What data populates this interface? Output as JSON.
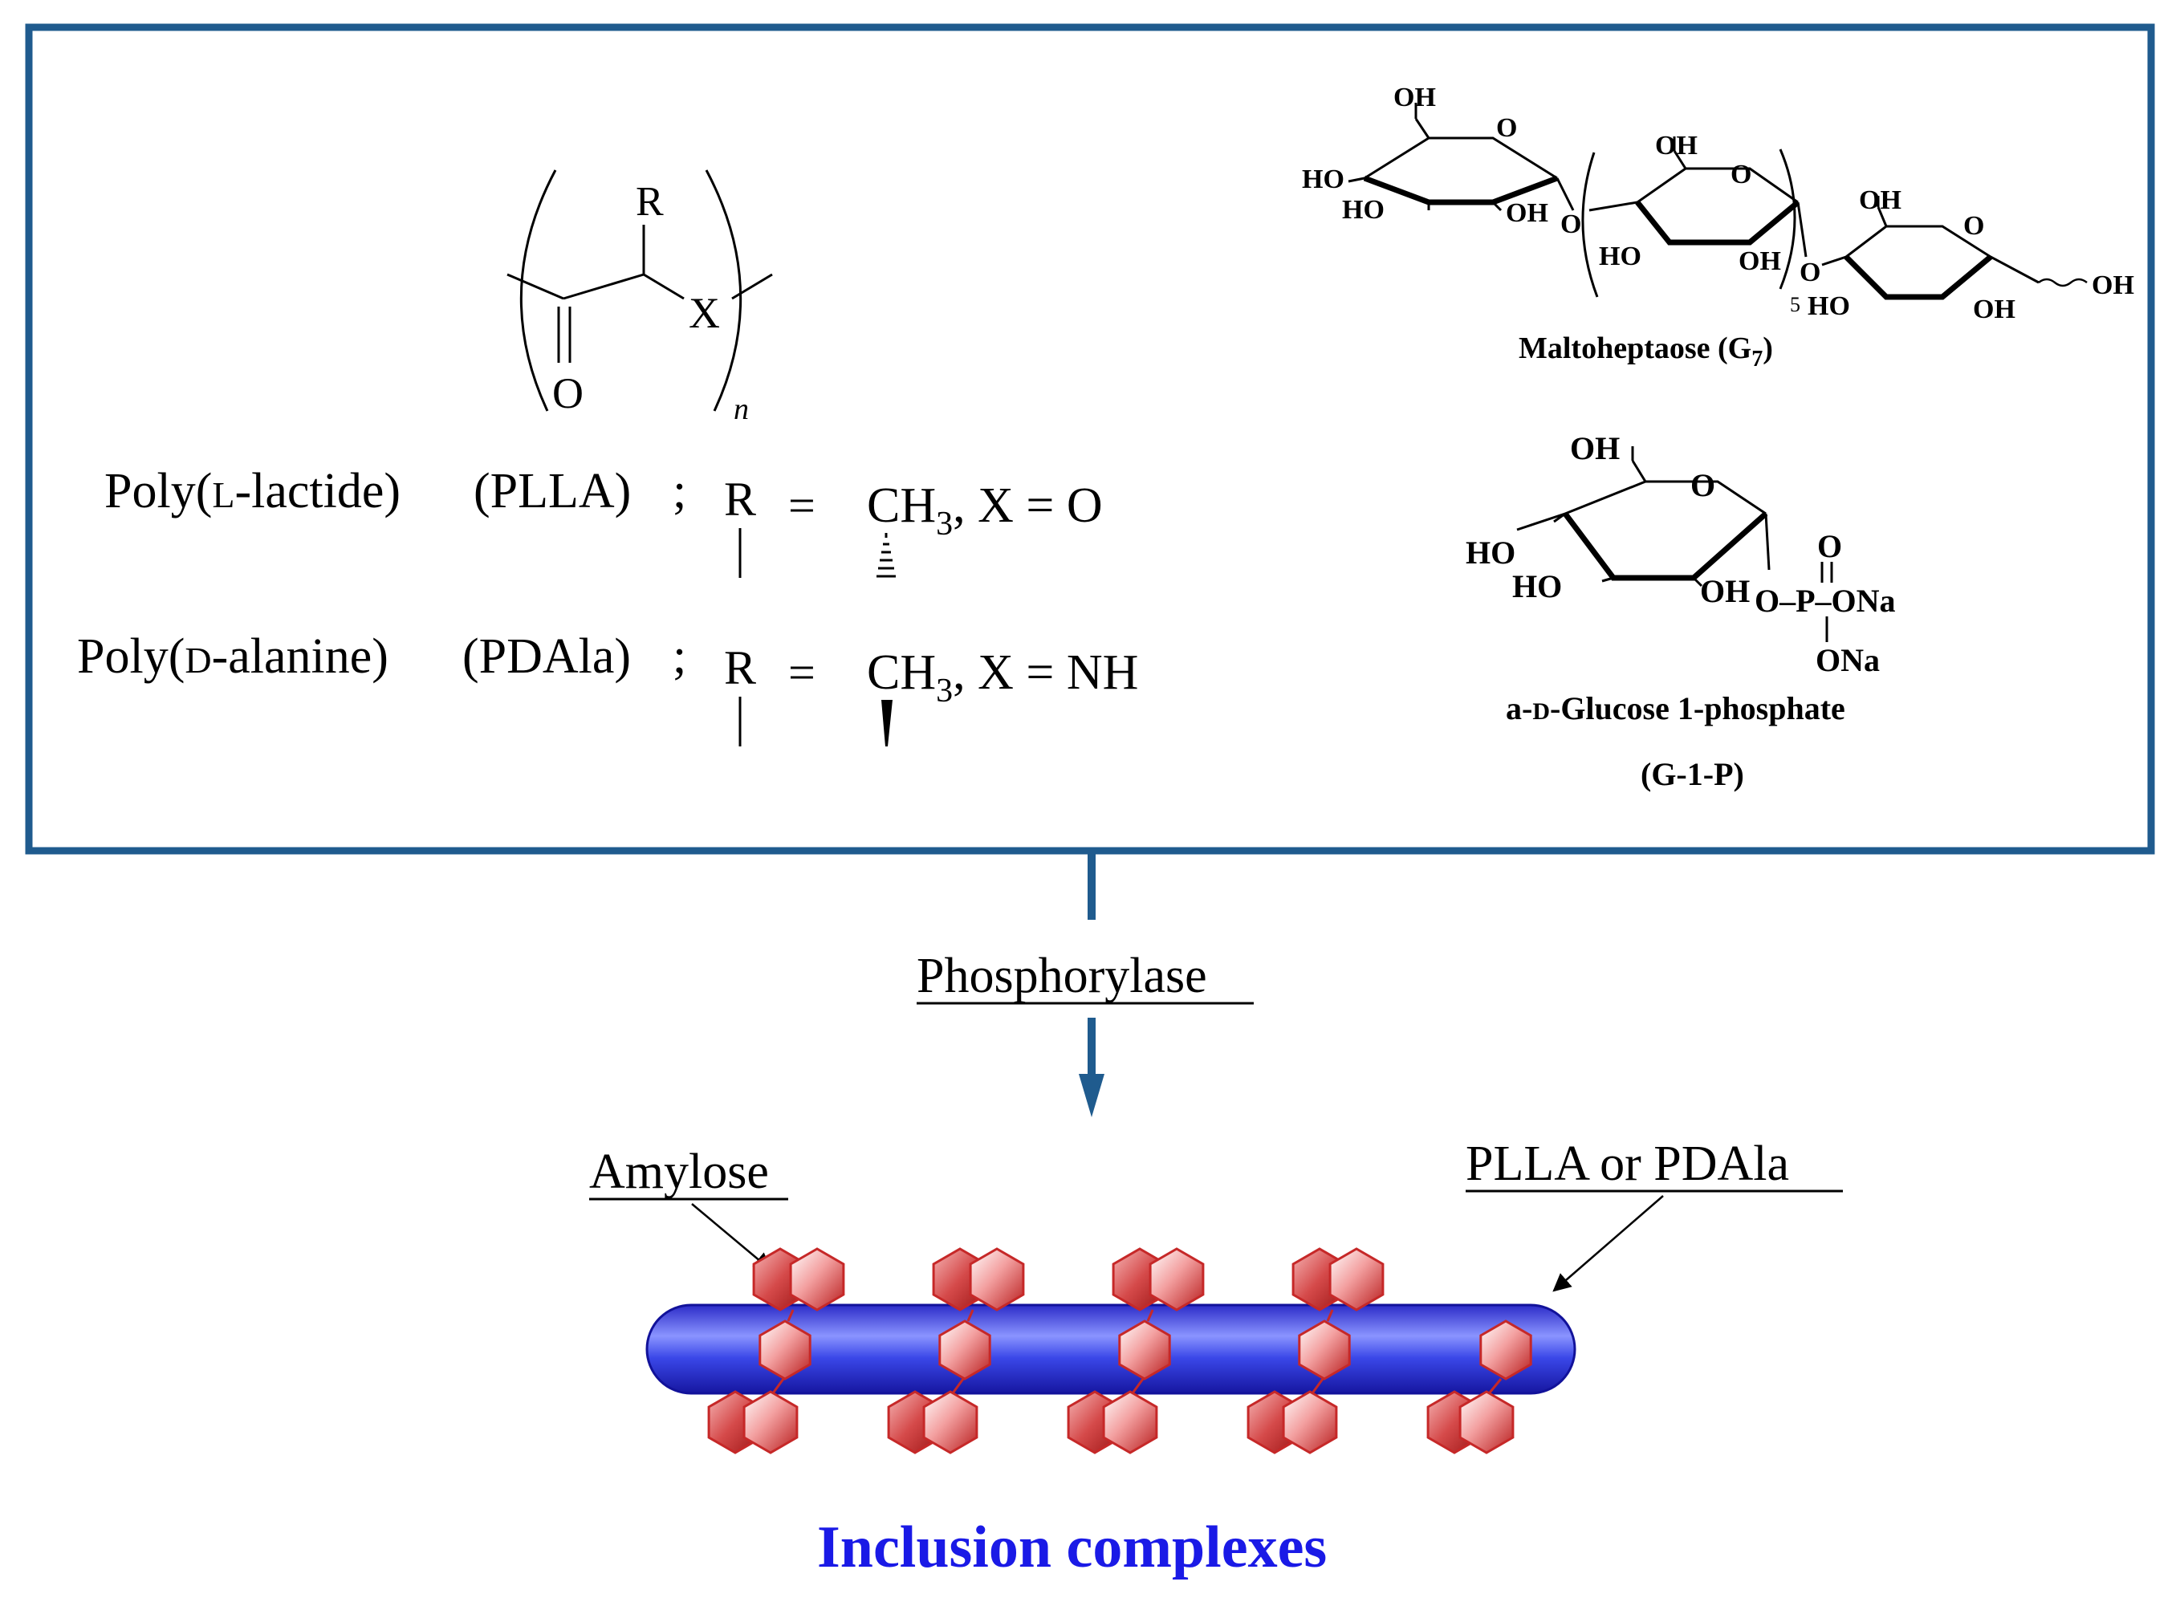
{
  "monomer": {
    "R": "R",
    "X": "X",
    "O": "O",
    "n": "n"
  },
  "polymers": [
    {
      "name_prefix": "Poly(",
      "stereo": "L",
      "name_suffix": "-lactide)",
      "abbr": "(PLLA)",
      "sep": ";",
      "R": "R",
      "eq": "=",
      "group": "CH",
      "sub": "3",
      "x_def": ", X = O",
      "bond": "hashed"
    },
    {
      "name_prefix": "Poly(",
      "stereo": "D",
      "name_suffix": "-alanine)",
      "abbr": "(PDAla)",
      "sep": ";",
      "R": "R",
      "eq": "=",
      "group": "CH",
      "sub": "3",
      "x_def": ", X = NH",
      "bond": "wedge"
    }
  ],
  "maltoheptaose": {
    "oh": "OH",
    "ho": "HO",
    "o": "O",
    "repeat": "5",
    "label_main": "Maltoheptaose (G",
    "label_sub": "7",
    "label_end": ")"
  },
  "g1p": {
    "oh": "OH",
    "ho": "HO",
    "o": "O",
    "p": "P",
    "ona": "ONa",
    "dash": "O–P–ONa",
    "label_line1_a": "a-",
    "label_line1_b": "D",
    "label_line1_c": "-Glucose 1-phosphate",
    "label_line2": "(G-1-P)"
  },
  "reaction": {
    "enzyme": "Phosphorylase"
  },
  "complex": {
    "amylose_label": "Amylose",
    "guest_label": "PLLA or PDAla",
    "title": "Inclusion complexes"
  },
  "colors": {
    "frame": "#1f5b8e",
    "tube": "#3a47e8",
    "helix": "#c62828",
    "title": "#1a1ae6"
  }
}
